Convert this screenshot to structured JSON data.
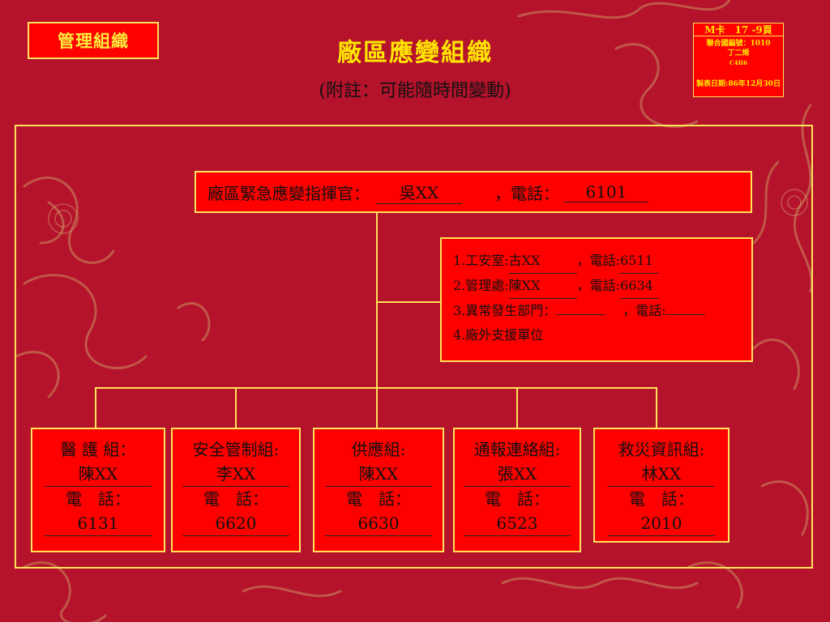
{
  "header": {
    "tag_label": "管理組織",
    "title": "廠區應變組織",
    "subtitle": "(附註：可能隨時間變動)"
  },
  "card": {
    "line1": "M卡　17 -9頁",
    "line2": "聯合國編號：1010",
    "line3": "丁二烯",
    "line4": "C4H6",
    "line5": "製表日期:86年12月30日"
  },
  "commander": {
    "label": "廠區緊急應變指揮官：",
    "name": "吳XX",
    "phone_label": "，電話：",
    "phone": "6101"
  },
  "members": {
    "items": [
      {
        "label": "1.工安室:",
        "name": "古XX",
        "phone_label": "，電話:",
        "phone": "6511"
      },
      {
        "label": "2.管理處:",
        "name": "陳XX",
        "phone_label": "，電話:",
        "phone": "6634"
      },
      {
        "label": "3.異常發生部門：",
        "name": "",
        "phone_label": "，電話:",
        "phone": ""
      },
      {
        "label": "4.廠外支援單位",
        "name": "",
        "phone_label": "",
        "phone": ""
      }
    ]
  },
  "groups": [
    {
      "title": "醫 護 組：",
      "name": "陳XX",
      "tel_label": "電　話：",
      "tel": "6131"
    },
    {
      "title": "安全管制組:",
      "name": "李XX",
      "tel_label": "電　話：",
      "tel": "6620"
    },
    {
      "title": "供應組:",
      "name": "陳XX",
      "tel_label": "電　話：",
      "tel": "6630"
    },
    {
      "title": "通報連絡組:",
      "name": "張XX",
      "tel_label": "電　話：",
      "tel": "6523"
    },
    {
      "title": "救災資訊組:",
      "name": "林XX",
      "tel_label": "電　話：",
      "tel": "2010"
    }
  ],
  "colors": {
    "background": "#b5122b",
    "box_fill": "#ff0000",
    "border": "#ffe35a",
    "title": "#ffe600",
    "dragon_art": "#d4a06a"
  }
}
